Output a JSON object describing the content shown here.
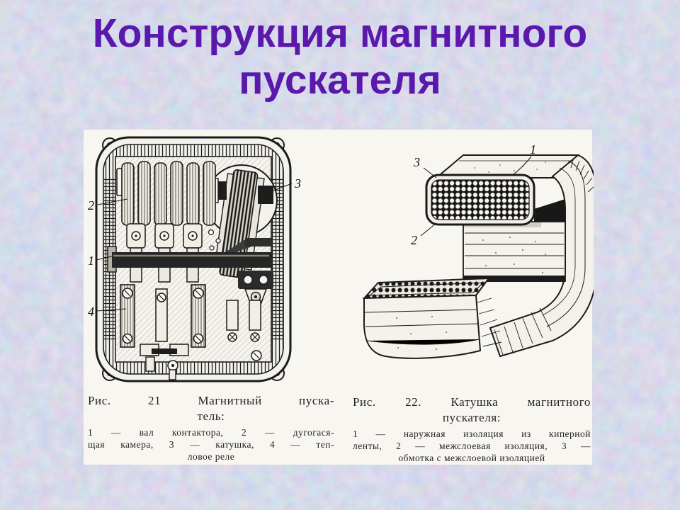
{
  "slide": {
    "title": "Конструкция магнитного пускателя",
    "title_color": "#5b18ac",
    "background_color": "#c2cbe8",
    "panel_color": "#f8f6f1"
  },
  "figures": {
    "fig21": {
      "callouts": {
        "c1": "1",
        "c2": "2",
        "c3": "3",
        "c4": "4"
      },
      "caption": {
        "line1": "Рис. 21 Магнитный пуска-",
        "line2": "тель:"
      },
      "legend": {
        "line1": "1 — вал контактора, 2 — дугогася-",
        "line2": "щая камера, 3 — катушка, 4 — теп-",
        "line3": "ловое реле"
      }
    },
    "fig22": {
      "callouts": {
        "c1": "1",
        "c2": "2",
        "c3": "3"
      },
      "caption": {
        "line1": "Рис. 22. Катушка магнитного",
        "line2": "пускателя:"
      },
      "legend": {
        "line1": "1 — наружная изоляция из киперной",
        "line2": "ленты, 2 — межслоевая изоляция, 3 —",
        "line3": "обмотка с межслоевой изоляцией"
      }
    }
  }
}
